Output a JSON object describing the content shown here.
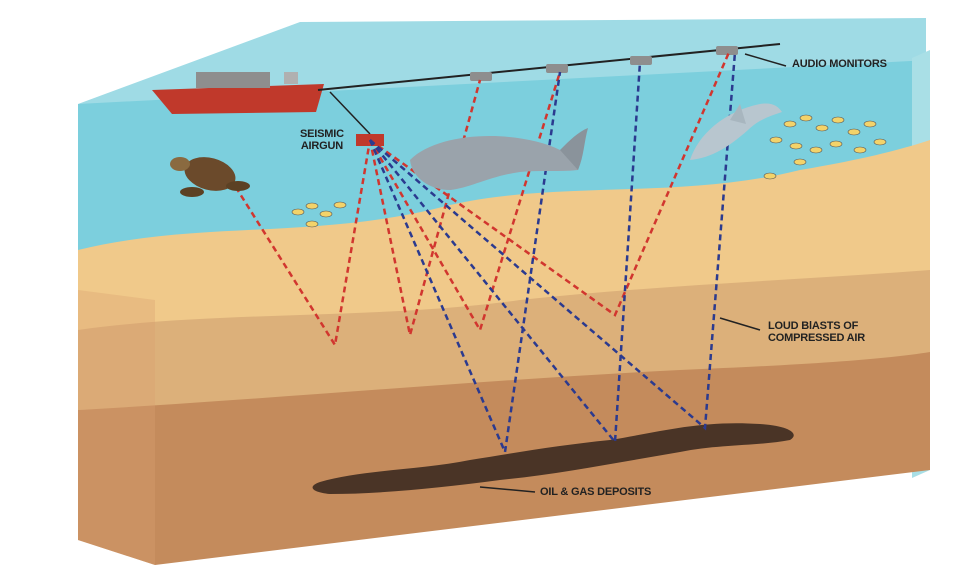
{
  "labels": {
    "audio_monitors": "AUDIO MONITORS",
    "seismic_line1": "SEISMIC",
    "seismic_line2": "AIRGUN",
    "blasts_line1": "LOUD BlASTS OF",
    "blasts_line2": "COMPRESSED AIR",
    "deposits": "OIL & GAS DEPOSITS"
  },
  "colors": {
    "water": "#7ccfdd",
    "water_side": "#a9dfe6",
    "sand": "#f0c98a",
    "sediment": "#dcb07a",
    "rock": "#c48b5c",
    "deposit": "#4a3426",
    "ship": "#c0392b",
    "red_ray": "#d1362f",
    "blue_ray": "#2b3a8f"
  }
}
